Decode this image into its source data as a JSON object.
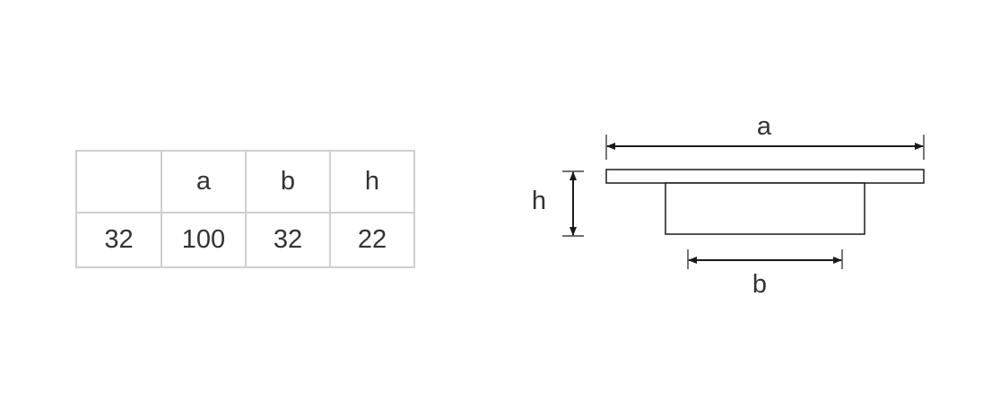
{
  "table": {
    "header": [
      "",
      "a",
      "b",
      "h"
    ],
    "row": [
      "32",
      "100",
      "32",
      "22"
    ]
  },
  "drawing": {
    "label_a": "a",
    "label_b": "b",
    "label_h": "h"
  }
}
